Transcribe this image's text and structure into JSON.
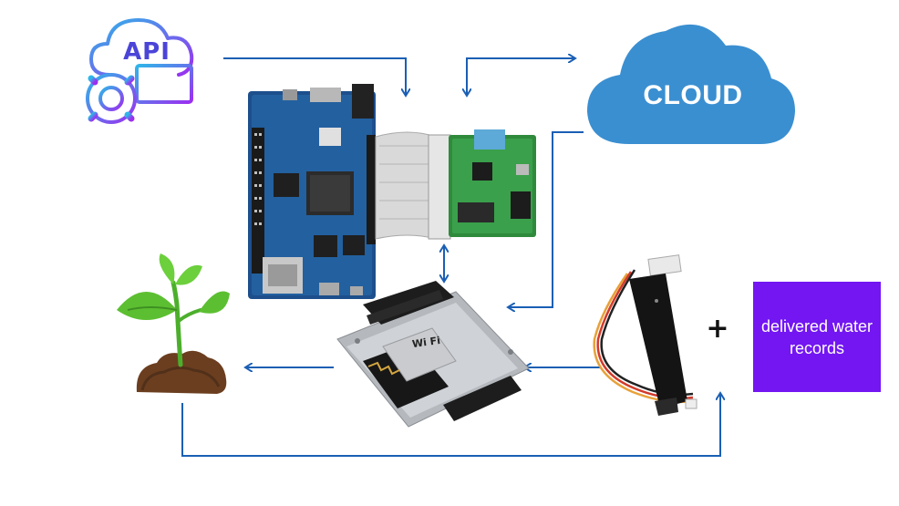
{
  "cloud": {
    "label": "CLOUD",
    "color": "#3a8fd1"
  },
  "api": {
    "label": "API",
    "gradient_from": "#2fb6e8",
    "gradient_to": "#9b2ff0"
  },
  "records": {
    "text": "delivered water records",
    "color": "#7316f2"
  },
  "plus": {
    "symbol": "+"
  },
  "wifi_module": {
    "label": "Wi Fi"
  },
  "arrows": {
    "color": "#1a5fb4"
  },
  "icons": [
    "api-gear-icon",
    "cloud-icon",
    "fpga-board-icon",
    "wifi-module-icon",
    "soil-sensor-icon",
    "plant-icon"
  ]
}
